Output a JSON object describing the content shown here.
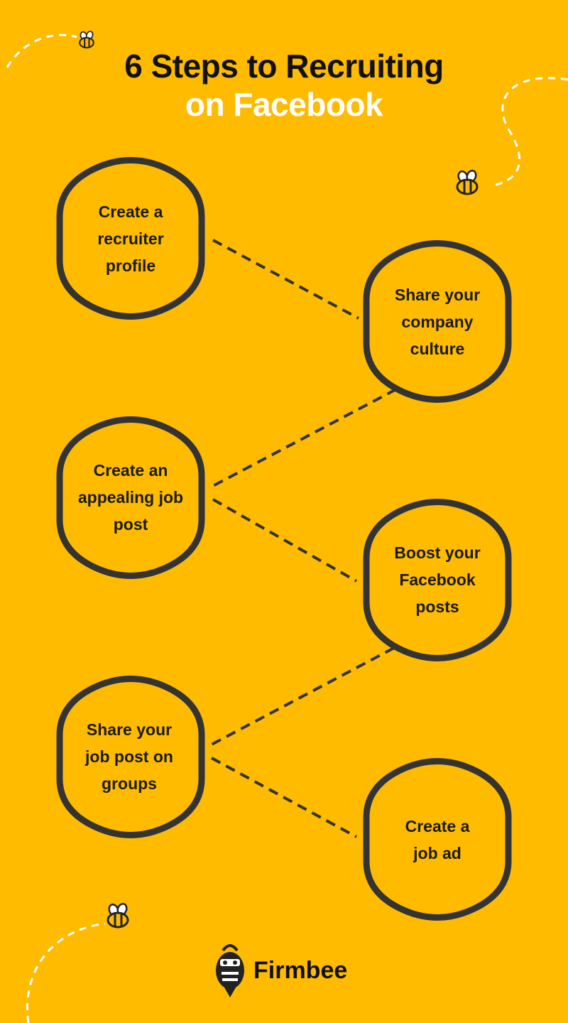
{
  "header": {
    "title_line1": "6 Steps to Recruiting",
    "title_line2": "on Facebook"
  },
  "steps": [
    {
      "label": "Create a recruiter profile"
    },
    {
      "label": "Share your company culture"
    },
    {
      "label": "Create an appealing job post"
    },
    {
      "label": "Boost your Facebook posts"
    },
    {
      "label": "Share your job post on groups"
    },
    {
      "label": "Create a job ad"
    }
  ],
  "footer": {
    "brand": "Firmbee"
  },
  "colors": {
    "background": "#FFBB00",
    "outline": "#333333",
    "title_dark": "#111111",
    "title_light": "#FFFFFF",
    "dash_decor": "#FFFFFF"
  },
  "icons": [
    "bee-icon",
    "firmbee-logo-icon"
  ]
}
